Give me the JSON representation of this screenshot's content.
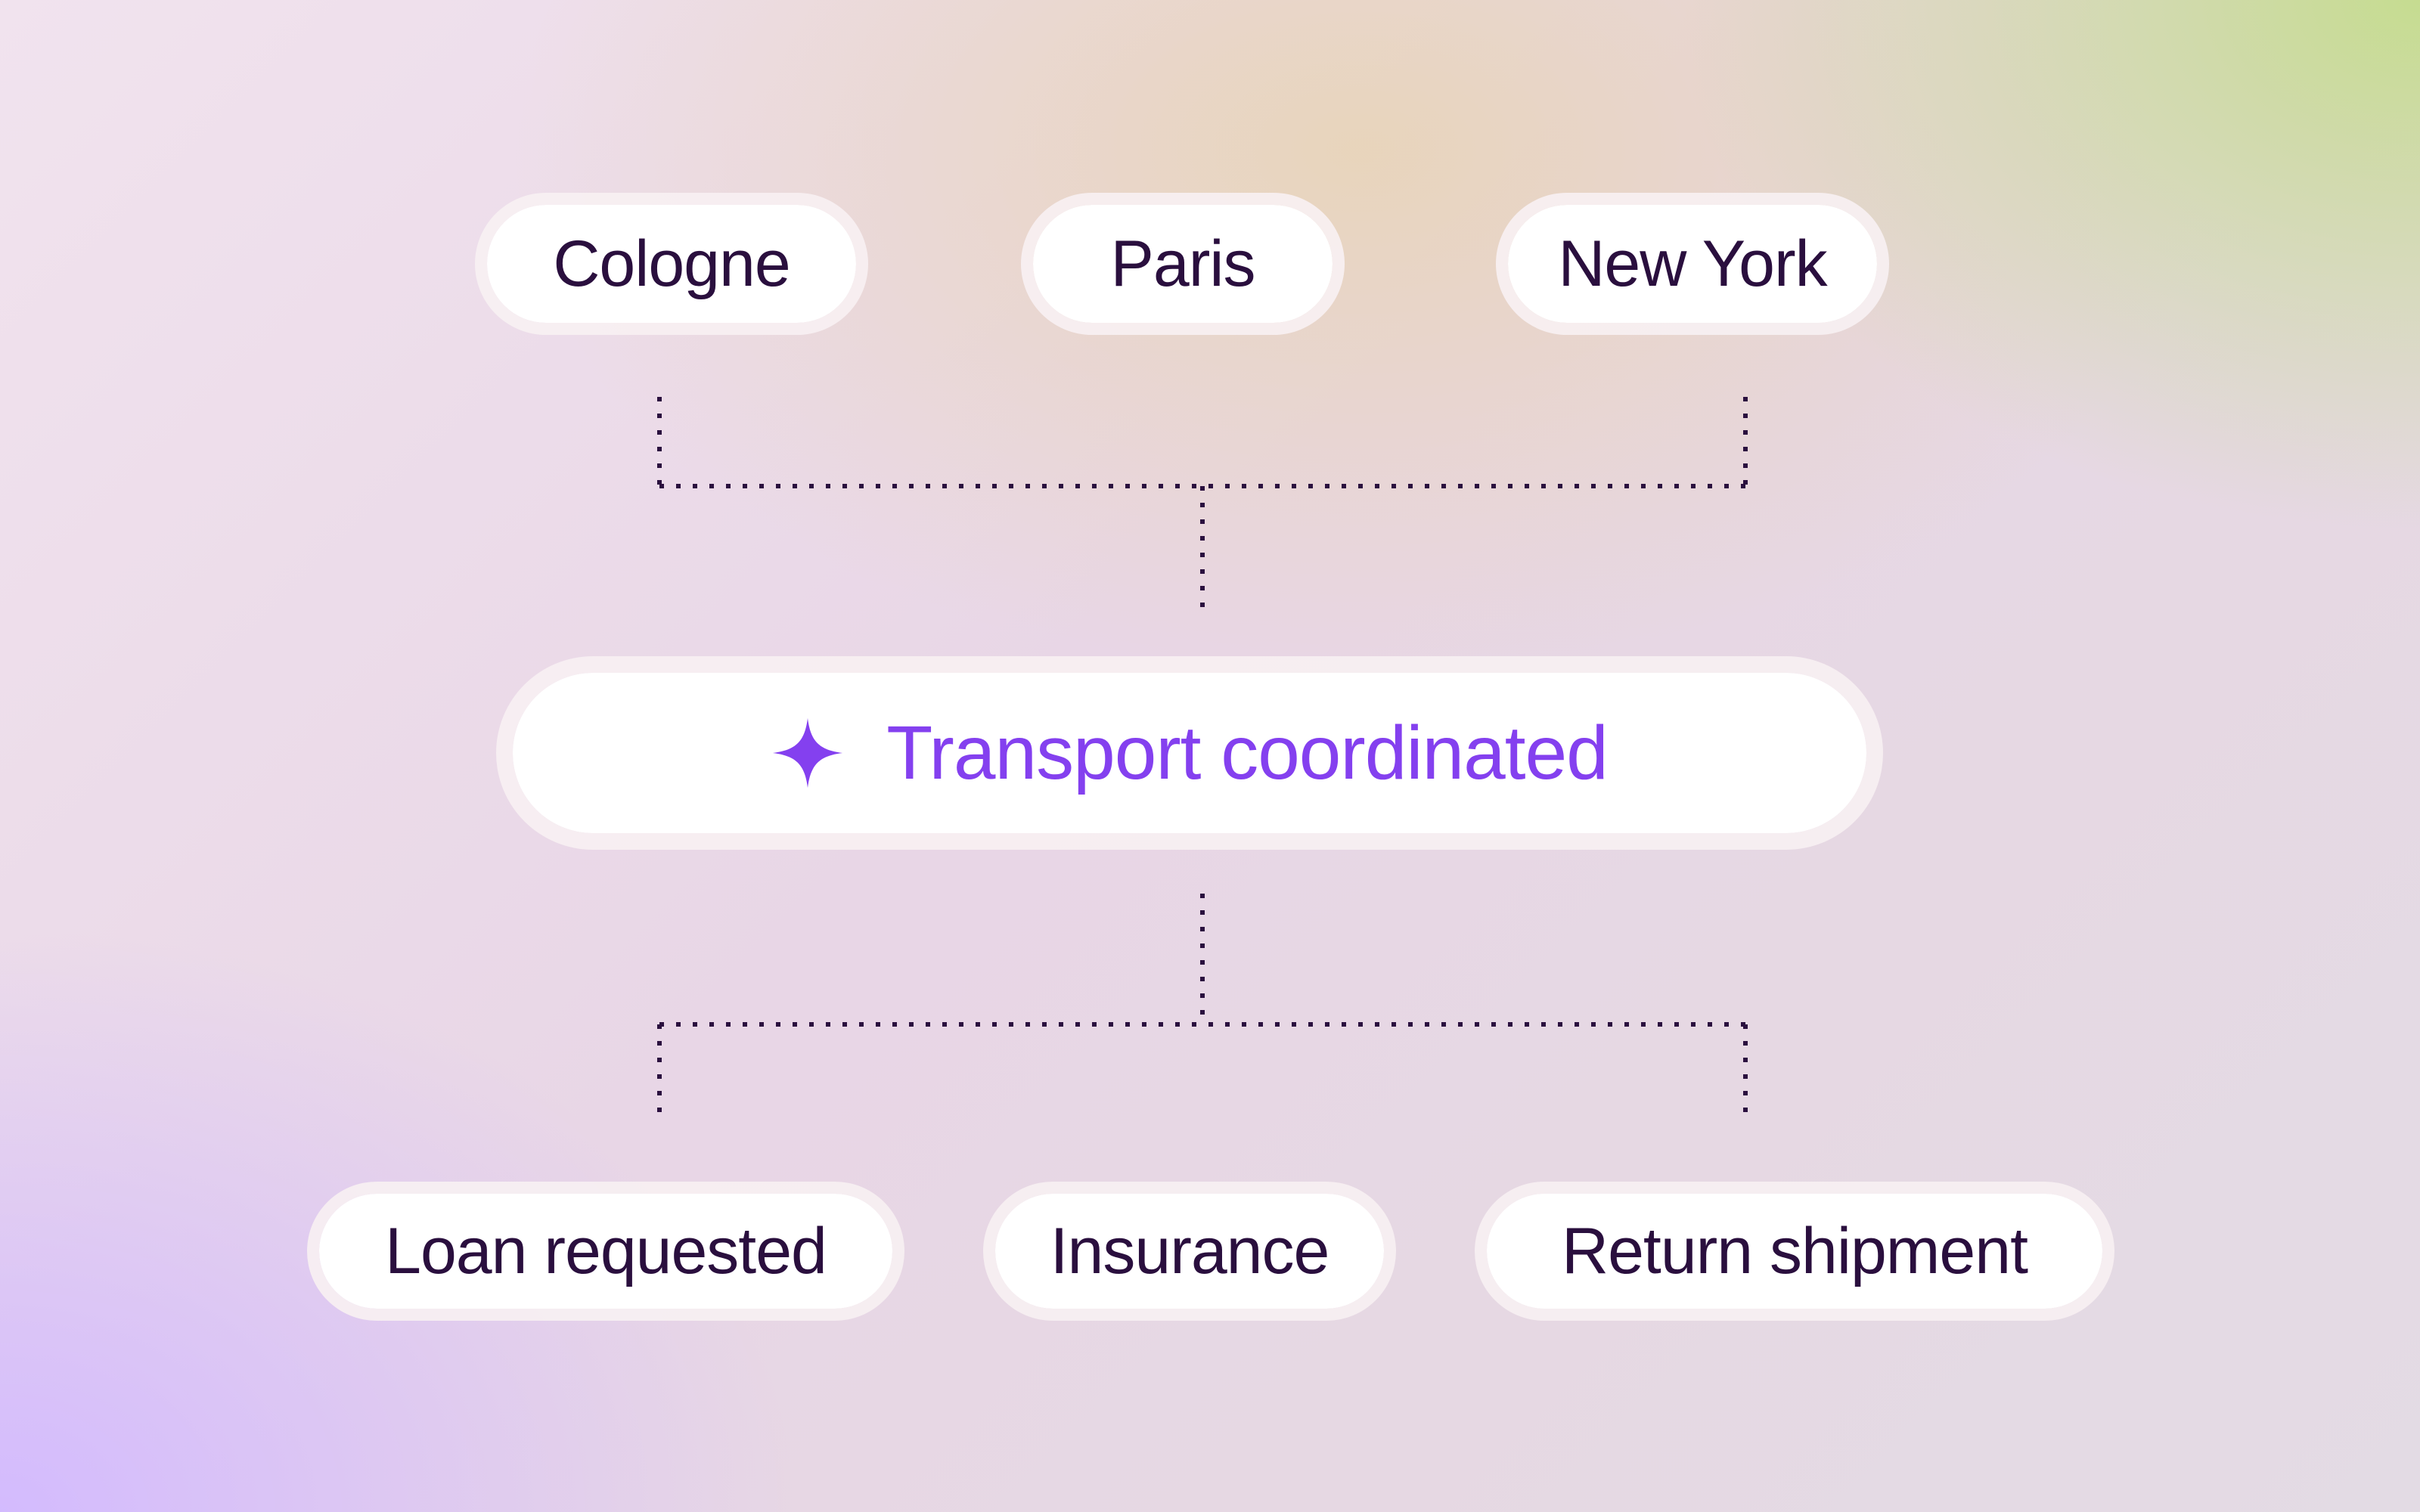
{
  "diagram": {
    "sources": [
      {
        "label": "Cologne"
      },
      {
        "label": "Paris"
      },
      {
        "label": "New York"
      }
    ],
    "center": {
      "label": "Transport coordinated",
      "icon": "sparkle-icon",
      "color": "#8440ef"
    },
    "outcomes": [
      {
        "label": "Loan requested"
      },
      {
        "label": "Insurance"
      },
      {
        "label": "Return shipment"
      }
    ],
    "colors": {
      "text": "#2a0f3e",
      "connector": "#2a0f3e",
      "accent": "#8440ef"
    }
  }
}
